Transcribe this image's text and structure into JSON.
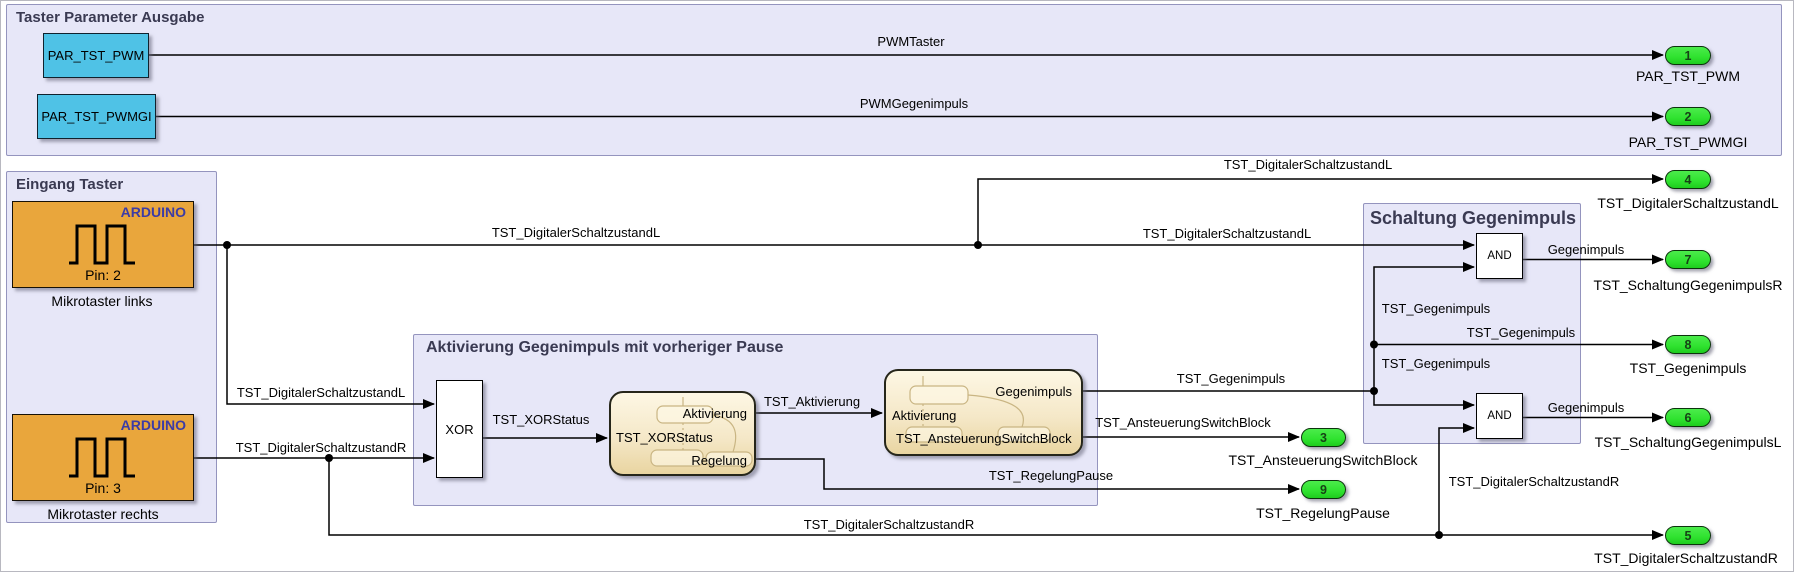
{
  "areas": {
    "taster_parameter_ausgabe": {
      "title": "Taster Parameter Ausgabe"
    },
    "eingang_taster": {
      "title": "Eingang Taster"
    },
    "aktivierung": {
      "title": "Aktivierung Gegenimpuls mit vorheriger Pause"
    },
    "schaltung": {
      "title": "Schaltung Gegenimpuls"
    }
  },
  "blocks": {
    "par_tst_pwm": {
      "label": "PAR_TST_PWM"
    },
    "par_tst_pwmgi": {
      "label": "PAR_TST_PWMGI"
    },
    "arduino_links": {
      "brand": "ARDUINO",
      "pin": "Pin: 2",
      "name": "Mikrotaster links"
    },
    "arduino_rechts": {
      "brand": "ARDUINO",
      "pin": "Pin: 3",
      "name": "Mikrotaster rechts"
    },
    "xor": {
      "label": "XOR"
    },
    "chart_xorstatus": {
      "name": "TST_XORStatus",
      "out_top": "Aktivierung",
      "out_bottom": "Regelung"
    },
    "chart_ansteuerung": {
      "name": "TST_AnsteuerungSwitchBlock",
      "in_left": "Aktivierung",
      "out_top": "Gegenimpuls"
    },
    "and1": {
      "label": "AND"
    },
    "and2": {
      "label": "AND"
    }
  },
  "outports": [
    {
      "num": "1",
      "name": "PAR_TST_PWM"
    },
    {
      "num": "2",
      "name": "PAR_TST_PWMGI"
    },
    {
      "num": "4",
      "name": "TST_DigitalerSchaltzustandL"
    },
    {
      "num": "7",
      "name": "TST_SchaltungGegenimpulsR"
    },
    {
      "num": "8",
      "name": "TST_Gegenimpuls"
    },
    {
      "num": "6",
      "name": "TST_SchaltungGegenimpulsL"
    },
    {
      "num": "3",
      "name": "TST_AnsteuerungSwitchBlock"
    },
    {
      "num": "9",
      "name": "TST_RegelungPause"
    },
    {
      "num": "5",
      "name": "TST_DigitalerSchaltzustandR"
    }
  ],
  "signal_labels": [
    {
      "text": "PWMTaster"
    },
    {
      "text": "PWMGegenimpuls"
    },
    {
      "text": "TST_DigitalerSchaltzustandL"
    },
    {
      "text": "TST_DigitalerSchaltzustandL"
    },
    {
      "text": "TST_DigitalerSchaltzustandL"
    },
    {
      "text": "TST_DigitalerSchaltzustandL"
    },
    {
      "text": "TST_DigitalerSchaltzustandR"
    },
    {
      "text": "TST_XORStatus"
    },
    {
      "text": "TST_Aktivierung"
    },
    {
      "text": "TST_Gegenimpuls"
    },
    {
      "text": "TST_AnsteuerungSwitchBlock"
    },
    {
      "text": "TST_RegelungPause"
    },
    {
      "text": "TST_DigitalerSchaltzustandR"
    },
    {
      "text": "TST_DigitalerSchaltzustandR"
    },
    {
      "text": "TST_Gegenimpuls"
    },
    {
      "text": "TST_Gegenimpuls"
    },
    {
      "text": "TST_Gegenimpuls"
    },
    {
      "text": "Gegenimpuls"
    },
    {
      "text": "Gegenimpuls"
    }
  ],
  "colors": {
    "area_fill": "#E7E7F8",
    "area_border": "#9494BE",
    "area_title": "#3A3A52",
    "cyan_block": "#4FC2E6",
    "orange_block": "#E9A63C",
    "arduino_text": "#3C3CA6",
    "chart_top": "#FDF7E4",
    "chart_bottom": "#E9D5A1",
    "port_green": "#2FE22F",
    "wire": "#000000"
  }
}
